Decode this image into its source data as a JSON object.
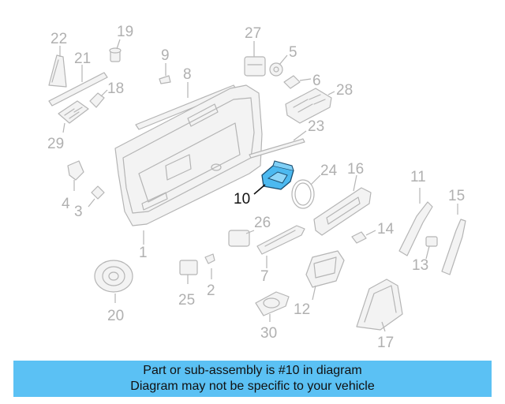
{
  "diagram": {
    "highlight_color": "#4cb9f0",
    "callouts": {
      "c1": "1",
      "c2": "2",
      "c3": "3",
      "c4": "4",
      "c5": "5",
      "c6": "6",
      "c7": "7",
      "c8": "8",
      "c9": "9",
      "c10": "10",
      "c11": "11",
      "c12": "12",
      "c13": "13",
      "c14": "14",
      "c15": "15",
      "c16": "16",
      "c17": "17",
      "c18": "18",
      "c19": "19",
      "c20": "20",
      "c21": "21",
      "c22": "22",
      "c23": "23",
      "c24": "24",
      "c25": "25",
      "c26": "26",
      "c27": "27",
      "c28": "28",
      "c29": "29",
      "c30": "30"
    }
  },
  "banner": {
    "color": "#5bc1f4",
    "line1": "Part or sub-assembly is #10 in diagram",
    "line2": "Diagram may not be specific to your vehicle"
  }
}
